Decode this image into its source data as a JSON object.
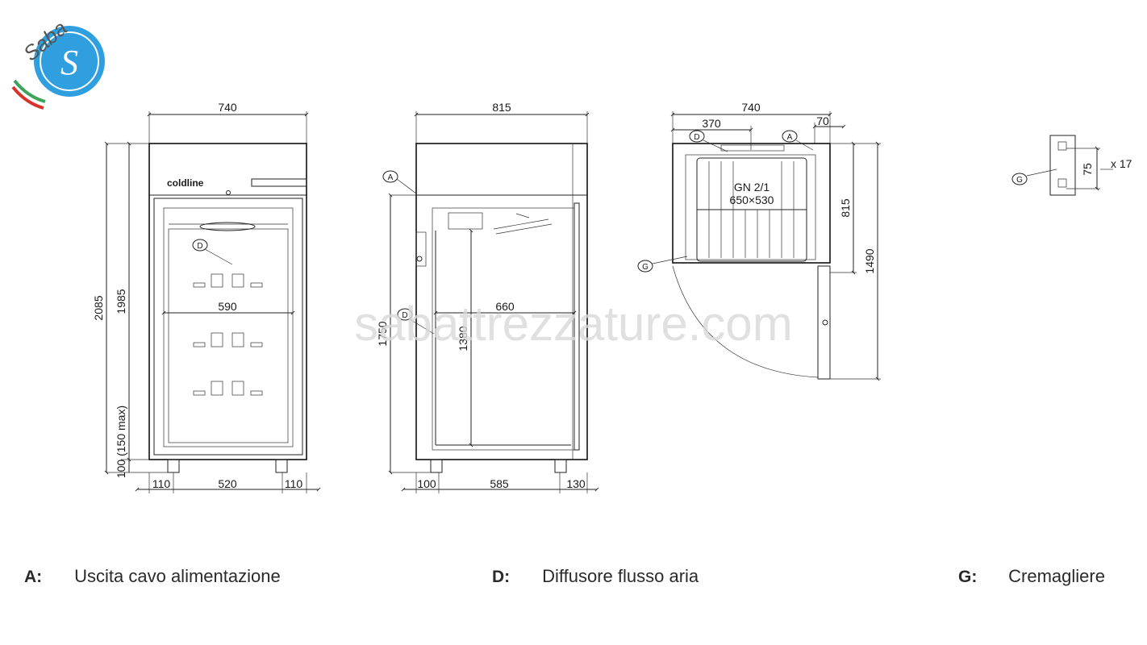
{
  "logo": {
    "text": "Saba",
    "mark": "S",
    "colors": {
      "blue": "#2f9fe0",
      "green": "#3aa55a",
      "red": "#d8332b",
      "gray": "#555555"
    }
  },
  "watermark": "sabattrezzature.com",
  "views": {
    "front": {
      "brand": "coldline",
      "width_total": "740",
      "inner_width": "590",
      "height_total": "2085",
      "height_body": "1985",
      "feet_height": "100 (150 max)",
      "bottom_left": "110",
      "bottom_mid": "520",
      "bottom_right": "110",
      "label_d": "D"
    },
    "side": {
      "depth_total": "815",
      "inner_depth": "660",
      "height_inner_outer": "1750",
      "height_inner": "1380",
      "bottom_left": "100",
      "bottom_mid": "585",
      "bottom_right": "130",
      "label_a": "A",
      "label_d": "D"
    },
    "top": {
      "width_total": "740",
      "half_width": "370",
      "offset": "70",
      "depth": "815",
      "depth_open": "1490",
      "grid_label_1": "GN 2/1",
      "grid_label_2": "650×530",
      "label_a": "A",
      "label_d": "D",
      "label_g": "G"
    },
    "rack": {
      "pitch": "75",
      "count": "x 17",
      "label_g": "G"
    }
  },
  "legend": [
    {
      "key": "A:",
      "text": "Uscita cavo alimentazione"
    },
    {
      "key": "D:",
      "text": "Diffusore flusso aria"
    },
    {
      "key": "G:",
      "text": "Cremagliere"
    }
  ]
}
